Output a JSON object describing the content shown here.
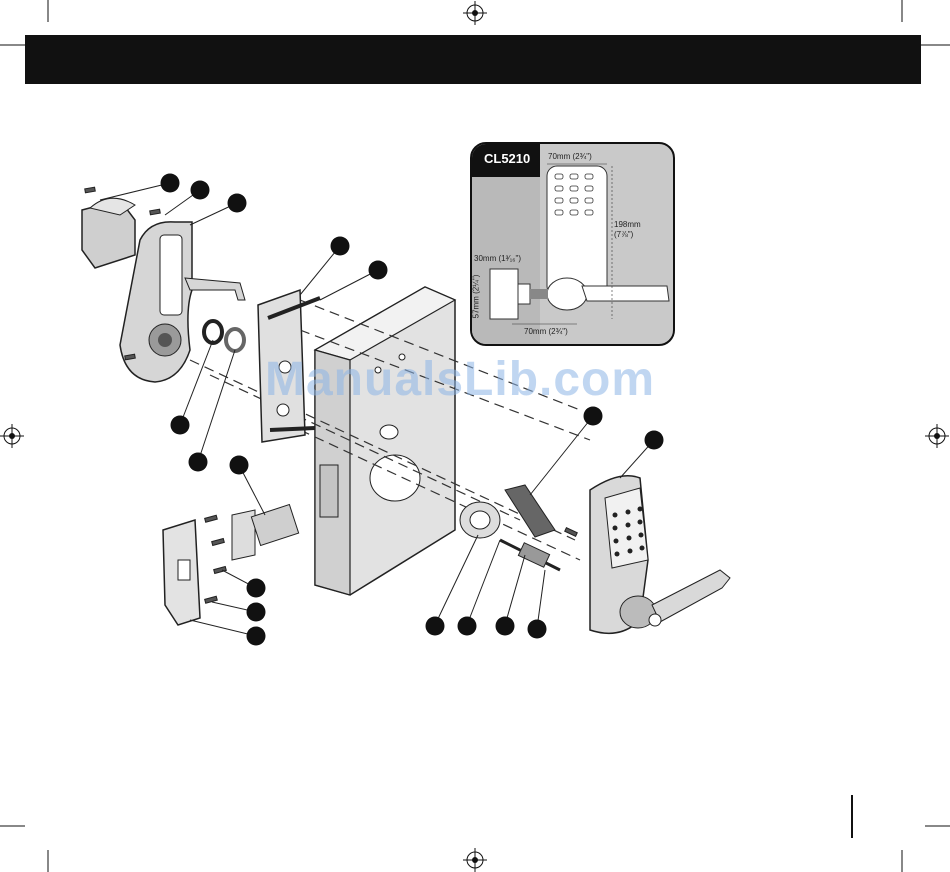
{
  "inset": {
    "model": "CL5210",
    "dims": {
      "top_width": "70mm (2¾\")",
      "height": "198mm",
      "height_in": "(7⅞\")",
      "backset": "30mm (1³⁄₁₆\")",
      "latch_height": "57mm (2¼\")",
      "bottom_width": "70mm (2¾\")"
    }
  },
  "watermark": "ManualsLib.com",
  "colors": {
    "header": "#111111",
    "inset_bg": "#c9c9c9",
    "watermark": "#8cb4e6"
  }
}
